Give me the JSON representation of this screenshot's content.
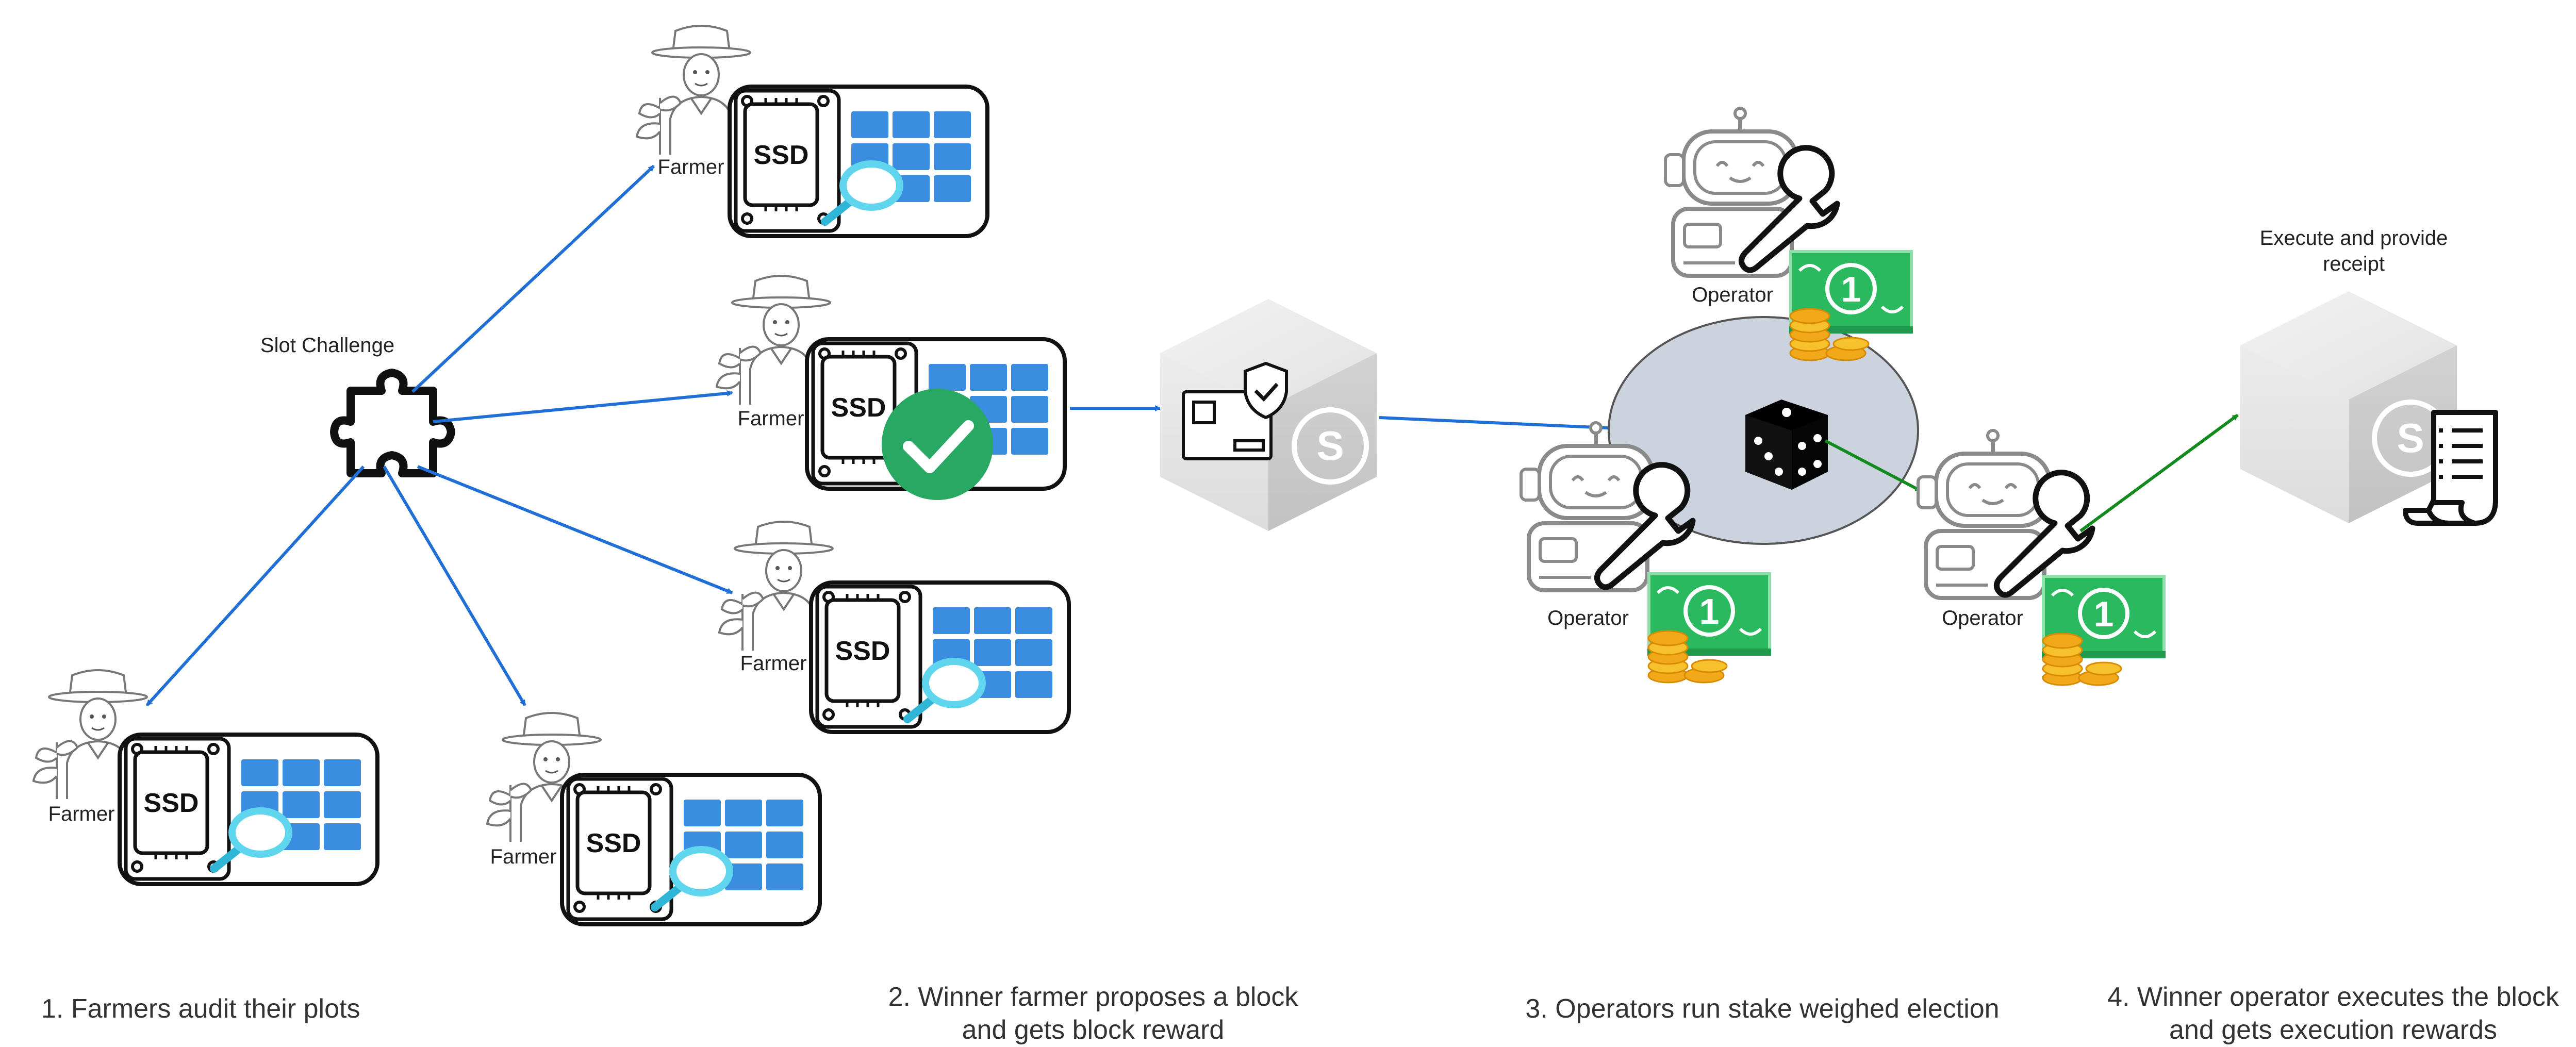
{
  "labels": {
    "slot_challenge": "Slot Challenge",
    "farmer": "Farmer",
    "ssd": "SSD",
    "operator": "Operator",
    "execute_receipt_line1": "Execute and provide",
    "execute_receipt_line2": "receipt",
    "logo_letter": "S"
  },
  "steps": {
    "step1": "1. Farmers audit their plots",
    "step2_line1": "2. Winner farmer proposes a block",
    "step2_line2": "and gets block reward",
    "step3": "3. Operators run stake weighed election",
    "step4_line1": "4. Winner operator executes the block",
    "step4_line2": "and gets execution rewards"
  },
  "colors": {
    "arrow_blue": "#1f6fd6",
    "arrow_green": "#138a1e",
    "grid_blue": "#3b8de0",
    "check_green": "#27a863",
    "money_green": "#2ab95e",
    "coin_gold": "#f1a91a",
    "lens_cyan": "#5fd6ee",
    "ellipse_fill": "#cbd3de",
    "robot_gray": "#8a8a8a"
  },
  "icons": [
    "puzzle-icon",
    "farmer-icon",
    "ssd-icon",
    "grid-icon",
    "magnifier-icon",
    "check-icon",
    "block-cube-icon",
    "robot-icon",
    "wrench-icon",
    "money-icon",
    "dice-icon",
    "receipt-icon"
  ]
}
